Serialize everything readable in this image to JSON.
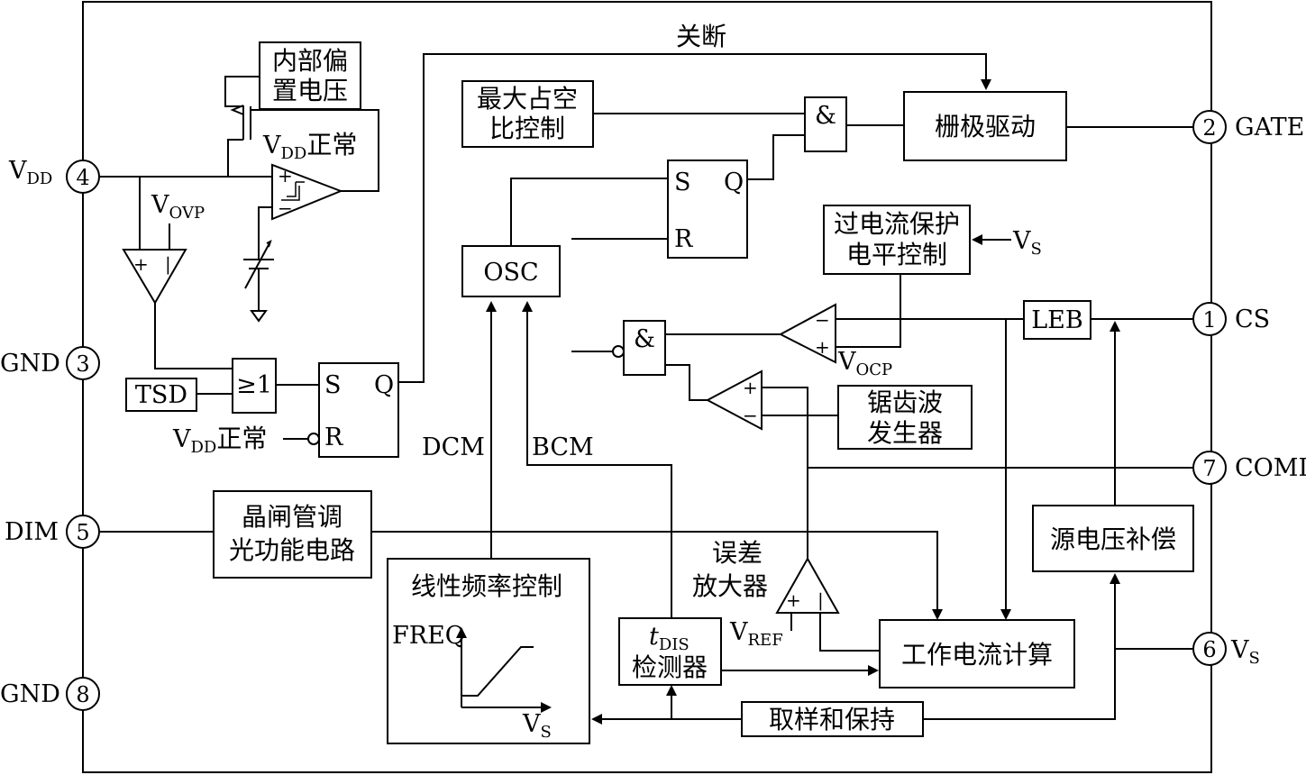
{
  "pins": [
    {
      "num": "4",
      "name_main": "V",
      "name_sub": "DD"
    },
    {
      "num": "3",
      "name": "GND"
    },
    {
      "num": "5",
      "name": "DIM"
    },
    {
      "num": "8",
      "name": "GND"
    },
    {
      "num": "2",
      "name": "GATE"
    },
    {
      "num": "1",
      "name": "CS"
    },
    {
      "num": "7",
      "name": "COMI"
    },
    {
      "num": "6",
      "name_main": "V",
      "name_sub": "S"
    }
  ],
  "blocks": {
    "bias_l1": "内部偏",
    "bias_l2": "置电压",
    "max_duty_l1": "最大占空",
    "max_duty_l2": "比控制",
    "and_gate_top": "&",
    "gate_drive": "栅极驱动",
    "ocp_l1": "过电流保护",
    "ocp_l2": "电平控制",
    "osc": "OSC",
    "leb": "LEB",
    "and_gate_mid": "&",
    "saw_l1": "锯齿波",
    "saw_l2": "发生器",
    "or_gate": "≥1",
    "tsd": "TSD",
    "dim_l1": "晶闸管调",
    "dim_l2": "光功能电路",
    "freq_ctrl": "线性频率控制",
    "freq_axis": "FREQ",
    "freq_vs_main": "V",
    "freq_vs_sub": "S",
    "tdis_main": "t",
    "tdis_sub": "DIS",
    "tdis_l2": "检测器",
    "current_calc": "工作电流计算",
    "src_comp": "源电压补偿",
    "sample_hold": "取样和保持",
    "sr_s": "S",
    "sr_q": "Q",
    "sr_r": "R"
  },
  "labels": {
    "shutdown": "关断",
    "vdd_ok_main": "V",
    "vdd_ok_sub": "DD",
    "vdd_ok_text": "正常",
    "vovp_main": "V",
    "vovp_sub": "OVP",
    "vs_main": "V",
    "vs_sub": "S",
    "vocp_main": "V",
    "vocp_sub": "OCP",
    "dcm": "DCM",
    "bcm": "BCM",
    "err_amp_l1": "误差",
    "err_amp_l2": "放大器",
    "vref_main": "V",
    "vref_sub": "REF",
    "plus": "+",
    "minus": "−",
    "bar": "|"
  }
}
